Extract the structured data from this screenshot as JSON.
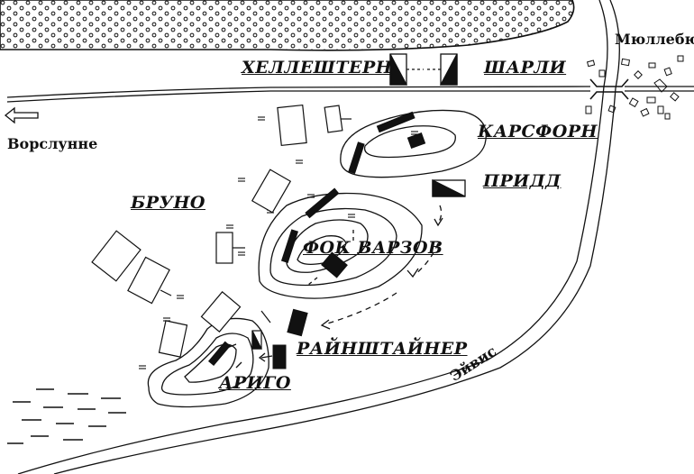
{
  "labels": {
    "hellestern": "ХЕЛЛЕШТЕРН",
    "sharli": "ШАРЛИ",
    "karsforn": "КАРСФОРН",
    "pridd": "ПРИДД",
    "bruno": "БРУНО",
    "fok_varzov": "ФОК ВАРЗОВ",
    "rainshtainer": "РАЙНШТАЙНЕР",
    "arigo": "АРИГО",
    "vorslunne": "Ворслунне",
    "myullebyu": "Мюллебю",
    "eivis": "Эйвис"
  },
  "icons": [
    "forest-area",
    "town-myullebyu",
    "road-bridge",
    "west-direction-arrow",
    "marsh-area"
  ],
  "colors": {
    "ink": "#111111",
    "paper": "#ffffff"
  }
}
